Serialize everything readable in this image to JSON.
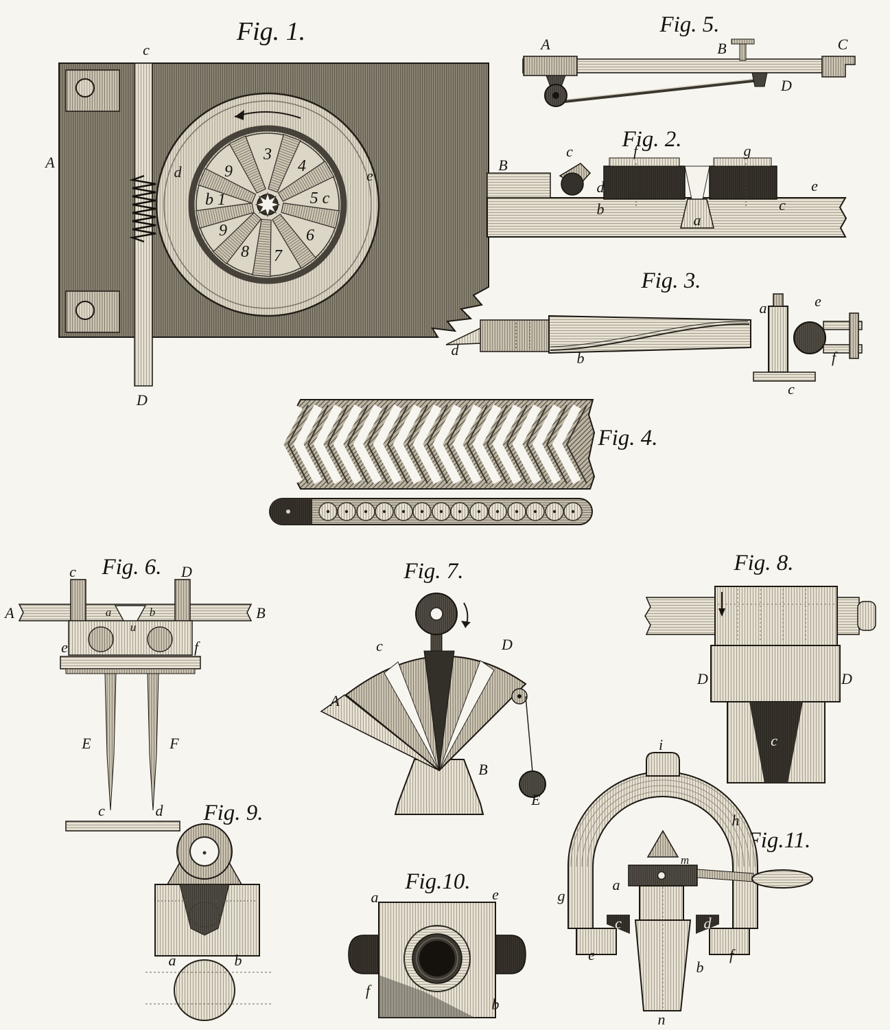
{
  "palette": {
    "paper": "#f7f5ef",
    "ink": "#1a1712"
  },
  "figures": {
    "fig1": {
      "title": "Fig. 1.",
      "labels": {
        "c": "c",
        "A": "A",
        "d": "d",
        "e": "e",
        "D": "D"
      },
      "wheel": [
        "3",
        "4",
        "5 c",
        "6",
        "7",
        "8",
        "9",
        "b 1",
        "9"
      ]
    },
    "fig2": {
      "title": "Fig. 2.",
      "labels": {
        "B": "B",
        "c_top": "c",
        "f": "f",
        "g": "g",
        "d": "d",
        "e": "e",
        "b": "b",
        "a": "a",
        "c_right": "c"
      }
    },
    "fig3": {
      "title": "Fig. 3.",
      "labels": {
        "d": "d",
        "b": "b",
        "a": "a",
        "e": "e",
        "f": "f",
        "c": "c"
      }
    },
    "fig4": {
      "title": "Fig. 4."
    },
    "fig5": {
      "title": "Fig. 5.",
      "labels": {
        "A": "A",
        "B": "B",
        "C": "C",
        "D": "D"
      }
    },
    "fig6": {
      "title": "Fig. 6.",
      "labels": {
        "A": "A",
        "B": "B",
        "c": "c",
        "D": "D",
        "a": "a",
        "b": "b",
        "u": "u",
        "e": "e",
        "f": "f",
        "E": "E",
        "F": "F",
        "c2": "c",
        "d": "d"
      }
    },
    "fig7": {
      "title": "Fig. 7.",
      "labels": {
        "A": "A",
        "c": "c",
        "D": "D",
        "B": "B",
        "E": "E"
      }
    },
    "fig8": {
      "title": "Fig. 8.",
      "labels": {
        "D_left": "D",
        "D_right": "D",
        "c": "c"
      }
    },
    "fig9": {
      "title": "Fig. 9.",
      "labels": {
        "a": "a",
        "b": "b"
      }
    },
    "fig10": {
      "title": "Fig.10.",
      "labels": {
        "a": "a",
        "e": "e",
        "f": "f",
        "b": "b"
      }
    },
    "fig11": {
      "title": "Fig.11.",
      "labels": {
        "i": "i",
        "h": "h",
        "m": "m",
        "a": "a",
        "g": "g",
        "c": "c",
        "d": "d",
        "e": "e",
        "f": "f",
        "b": "b",
        "n": "n"
      }
    }
  }
}
